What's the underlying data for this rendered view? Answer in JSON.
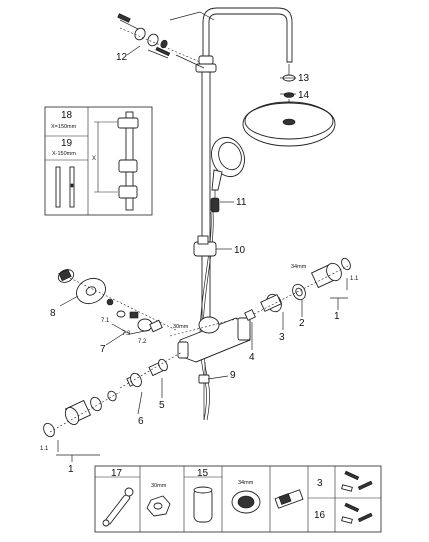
{
  "labels": {
    "l12": "12",
    "l13": "13",
    "l14": "14",
    "l11": "11",
    "l10": "10",
    "l9": "9",
    "l8": "8",
    "l7": "7",
    "l71": "7.1",
    "l72": "7.2",
    "l73": "7.3",
    "l6": "6",
    "l5": "5",
    "l4": "4",
    "l3": "3",
    "l2": "2",
    "l1": "1",
    "l11b": "1.1",
    "l1b": "1",
    "l11c": "1.1"
  },
  "dimensions": {
    "d34a": "34mm",
    "d30a": "30mm"
  },
  "inset": {
    "i18": "18",
    "i18sub": "X=150mm",
    "i19": "19",
    "i19sub": "X-150mm",
    "ix": "X"
  },
  "table": {
    "c17": "17",
    "c15": "15",
    "c30": "30mm",
    "c34": "34mm",
    "c3": "3",
    "c16": "16"
  }
}
